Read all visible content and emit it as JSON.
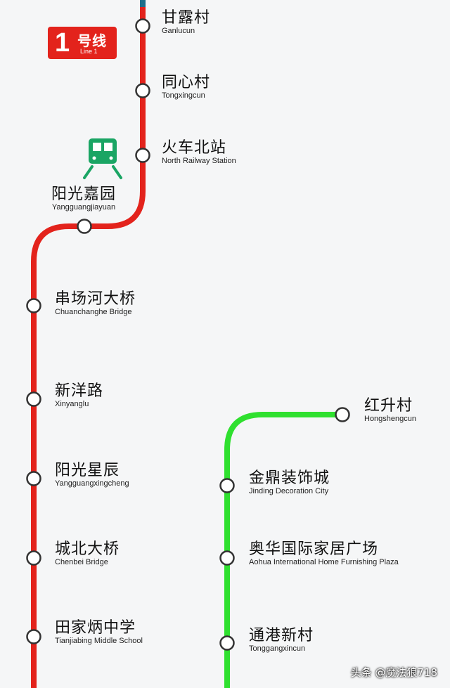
{
  "badge": {
    "number": "1",
    "name": "号线",
    "en": "Line 1",
    "color": "#e3231c"
  },
  "colors": {
    "line1": "#e3231c",
    "line_green": "#2fe02f",
    "line_top": "#1f6f8b",
    "station_fill": "#ffffff",
    "station_stroke": "#333333",
    "train_icon": "#1aa564"
  },
  "line1_stations": [
    {
      "zh": "甘露村",
      "en": "Ganlucun"
    },
    {
      "zh": "同心村",
      "en": "Tongxingcun"
    },
    {
      "zh": "火车北站",
      "en": "North Railway Station"
    },
    {
      "zh": "阳光嘉园",
      "en": "Yangguangjiayuan"
    },
    {
      "zh": "串场河大桥",
      "en": "Chuanchanghe Bridge"
    },
    {
      "zh": "新洋路",
      "en": "Xinyanglu"
    },
    {
      "zh": "阳光星辰",
      "en": "Yangguangxingcheng"
    },
    {
      "zh": "城北大桥",
      "en": "Chenbei Bridge"
    },
    {
      "zh": "田家炳中学",
      "en": "Tianjiabing Middle School"
    }
  ],
  "green_stations": [
    {
      "zh": "红升村",
      "en": "Hongshengcun"
    },
    {
      "zh": "金鼎装饰城",
      "en": "Jinding Decoration City"
    },
    {
      "zh": "奥华国际家居广场",
      "en": "Aohua International Home Furnishing Plaza"
    },
    {
      "zh": "通港新村",
      "en": "Tonggangxincun"
    }
  ],
  "watermark": "头条 @魔法狼718"
}
